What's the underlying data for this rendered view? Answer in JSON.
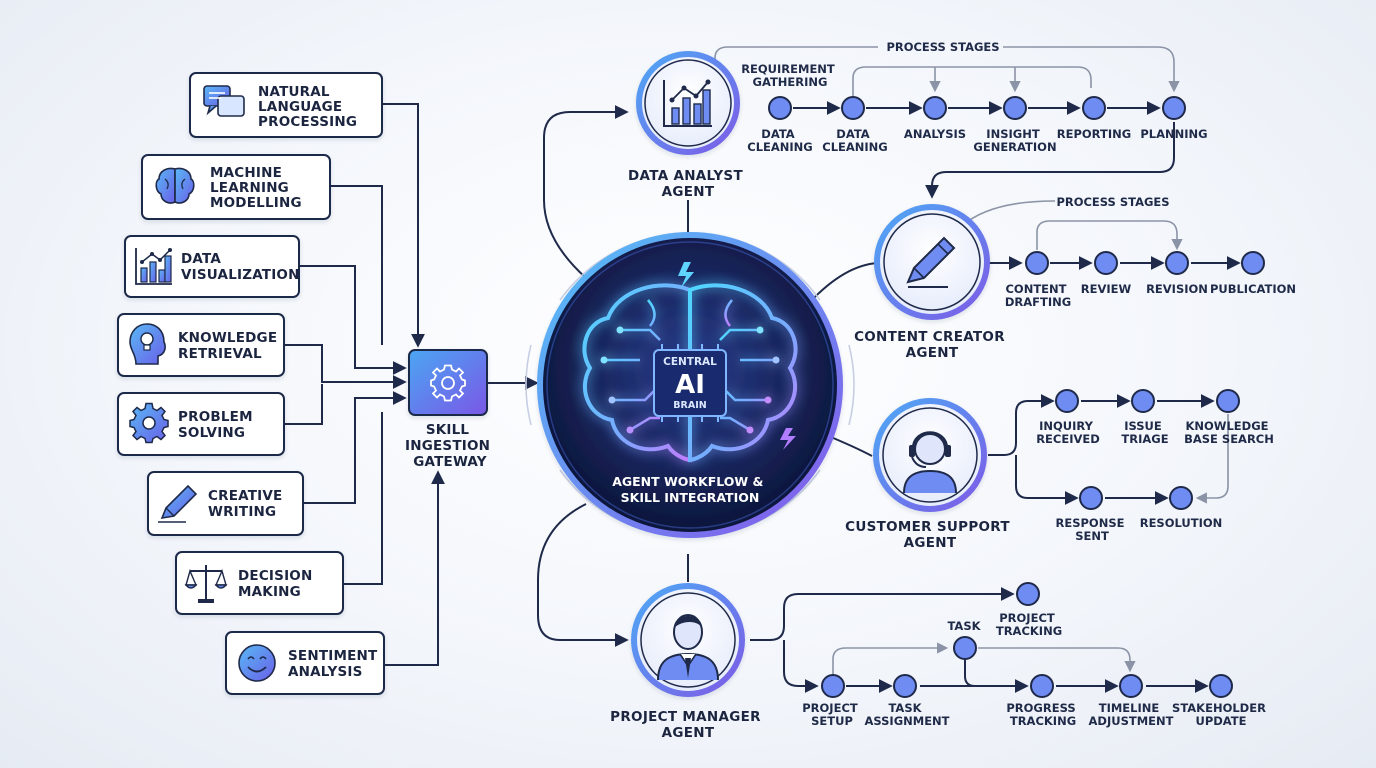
{
  "skills": [
    {
      "id": "nlp",
      "lines": [
        "NATURAL",
        "LANGUAGE",
        "PROCESSING"
      ],
      "icon": "chat-bubbles-icon"
    },
    {
      "id": "ml",
      "lines": [
        "MACHINE",
        "LEARNING",
        "MODELLING"
      ],
      "icon": "brain-icon"
    },
    {
      "id": "dv",
      "lines": [
        "DATA",
        "VISUALIZATION"
      ],
      "icon": "bar-chart-icon"
    },
    {
      "id": "kr",
      "lines": [
        "KNOWLEDGE",
        "RETRIEVAL"
      ],
      "icon": "head-lightbulb-icon"
    },
    {
      "id": "ps",
      "lines": [
        "PROBLEM",
        "SOLVING"
      ],
      "icon": "gear-icon"
    },
    {
      "id": "cw",
      "lines": [
        "CREATIVE",
        "WRITING"
      ],
      "icon": "pencil-icon"
    },
    {
      "id": "dm",
      "lines": [
        "DECISION",
        "MAKING"
      ],
      "icon": "scales-icon"
    },
    {
      "id": "sa",
      "lines": [
        "SENTIMENT",
        "ANALYSIS"
      ],
      "icon": "smiley-icon"
    }
  ],
  "gateway": {
    "lines": [
      "SKILL",
      "INGESTION",
      "GATEWAY"
    ],
    "icon": "gear-icon"
  },
  "brain": {
    "chip_top": "CENTRAL",
    "chip_main": "AI",
    "chip_bottom": "BRAIN",
    "caption": [
      "AGENT WORKFLOW &",
      "SKILL INTEGRATION"
    ]
  },
  "agents": [
    {
      "id": "data",
      "lines": [
        "DATA ANALYST",
        "AGENT"
      ],
      "icon": "analytics-chart-icon"
    },
    {
      "id": "content",
      "lines": [
        "CONTENT CREATOR",
        "AGENT"
      ],
      "icon": "pen-icon"
    },
    {
      "id": "support",
      "lines": [
        "CUSTOMER SUPPORT",
        "AGENT"
      ],
      "icon": "headset-agent-icon"
    },
    {
      "id": "pm",
      "lines": [
        "PROJECT MANAGER",
        "AGENT"
      ],
      "icon": "businessman-icon"
    }
  ],
  "data_workflow": {
    "title": "PROCESS STAGES",
    "note": [
      "REQUIREMENT",
      "GATHERING"
    ],
    "stages": [
      {
        "lines": [
          "DATA",
          "CLEANING"
        ]
      },
      {
        "lines": [
          "DATA",
          "CLEANING"
        ]
      },
      {
        "lines": [
          "ANALYSIS"
        ]
      },
      {
        "lines": [
          "INSIGHT",
          "GENERATION"
        ]
      },
      {
        "lines": [
          "REPORTING"
        ]
      },
      {
        "lines": [
          "PLANNING"
        ]
      }
    ]
  },
  "content_workflow": {
    "title": "PROCESS STAGES",
    "stages": [
      {
        "lines": [
          "CONTENT",
          "DRAFTING"
        ]
      },
      {
        "lines": [
          "REVIEW"
        ]
      },
      {
        "lines": [
          "REVISION"
        ]
      },
      {
        "lines": [
          "PUBLICATION"
        ]
      }
    ]
  },
  "support_workflow": {
    "stages": [
      {
        "lines": [
          "INQUIRY",
          "RECEIVED"
        ]
      },
      {
        "lines": [
          "ISSUE",
          "TRIAGE"
        ]
      },
      {
        "lines": [
          "KNOWLEDGE",
          "BASE SEARCH"
        ]
      },
      {
        "lines": [
          "RESPONSE",
          "SENT"
        ]
      },
      {
        "lines": [
          "RESOLUTION"
        ]
      }
    ]
  },
  "pm_workflow": {
    "stages": [
      {
        "lines": [
          "PROJECT",
          "TRACKING"
        ]
      },
      {
        "lines": [
          "TASK"
        ]
      },
      {
        "lines": [
          "PROJECT",
          "SETUP"
        ]
      },
      {
        "lines": [
          "TASK",
          "ASSIGNMENT"
        ]
      },
      {
        "lines": [
          "PROGRESS",
          "TRACKING"
        ]
      },
      {
        "lines": [
          "TIMELINE",
          "ADJUSTMENT"
        ]
      },
      {
        "lines": [
          "STAKEHOLDER",
          "UPDATE"
        ]
      }
    ]
  },
  "colors": {
    "ink": "#1f2a4a",
    "accent": "#6f8cf2",
    "accent_dark": "#4a5fd6",
    "purple": "#8a5cf0",
    "glow": "#4fc3ff"
  }
}
